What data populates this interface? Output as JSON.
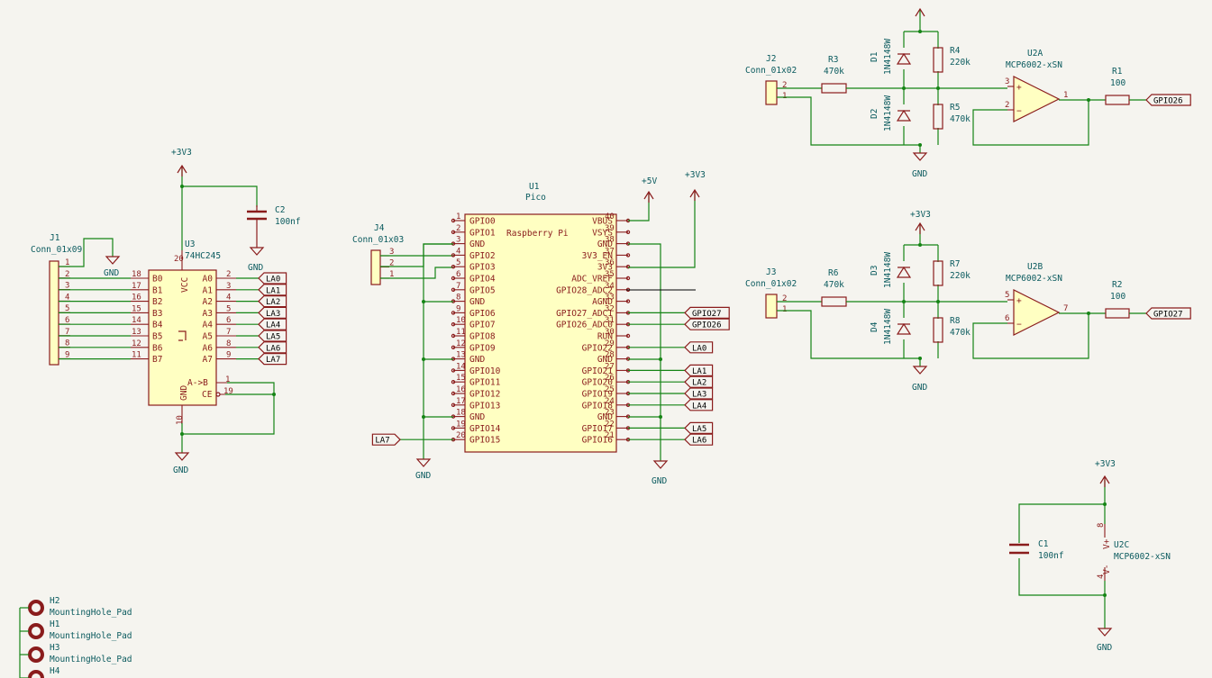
{
  "power": {
    "v33": "+3V3",
    "v5": "+5V",
    "gnd": "GND"
  },
  "j1": {
    "ref": "J1",
    "value": "Conn_01x09",
    "pins": [
      "1",
      "2",
      "3",
      "4",
      "5",
      "6",
      "7",
      "8",
      "9"
    ]
  },
  "u3": {
    "ref": "U3",
    "value": "74HC245",
    "b_pins": [
      {
        "name": "B0",
        "num": "18"
      },
      {
        "name": "B1",
        "num": "17"
      },
      {
        "name": "B2",
        "num": "16"
      },
      {
        "name": "B3",
        "num": "15"
      },
      {
        "name": "B4",
        "num": "14"
      },
      {
        "name": "B5",
        "num": "13"
      },
      {
        "name": "B6",
        "num": "12"
      },
      {
        "name": "B7",
        "num": "11"
      }
    ],
    "a_pins": [
      {
        "name": "A0",
        "num": "2"
      },
      {
        "name": "A1",
        "num": "3"
      },
      {
        "name": "A2",
        "num": "4"
      },
      {
        "name": "A3",
        "num": "5"
      },
      {
        "name": "A4",
        "num": "6"
      },
      {
        "name": "A5",
        "num": "7"
      },
      {
        "name": "A6",
        "num": "8"
      },
      {
        "name": "A7",
        "num": "9"
      }
    ],
    "vcc": "VCC",
    "vcc_num": "20",
    "gnd_name": "GND",
    "gnd_num": "10",
    "dir": "A->B",
    "dir_num": "1",
    "ce": "CE",
    "ce_num": "19"
  },
  "la_labels": [
    "LA0",
    "LA1",
    "LA2",
    "LA3",
    "LA4",
    "LA5",
    "LA6",
    "LA7"
  ],
  "c2": {
    "ref": "C2",
    "value": "100nf"
  },
  "c1": {
    "ref": "C1",
    "value": "100nf"
  },
  "j4": {
    "ref": "J4",
    "value": "Conn_01x03",
    "pins": [
      "3",
      "2",
      "1"
    ]
  },
  "u1": {
    "ref": "U1",
    "value": "Pico",
    "title": "Raspberry Pi",
    "left": [
      {
        "n": "1",
        "name": "GPIO0"
      },
      {
        "n": "2",
        "name": "GPIO1"
      },
      {
        "n": "3",
        "name": "GND"
      },
      {
        "n": "4",
        "name": "GPIO2"
      },
      {
        "n": "5",
        "name": "GPIO3"
      },
      {
        "n": "6",
        "name": "GPIO4"
      },
      {
        "n": "7",
        "name": "GPIO5"
      },
      {
        "n": "8",
        "name": "GND"
      },
      {
        "n": "9",
        "name": "GPIO6"
      },
      {
        "n": "10",
        "name": "GPIO7"
      },
      {
        "n": "11",
        "name": "GPIO8"
      },
      {
        "n": "12",
        "name": "GPIO9"
      },
      {
        "n": "13",
        "name": "GND"
      },
      {
        "n": "14",
        "name": "GPIO10"
      },
      {
        "n": "15",
        "name": "GPIO11"
      },
      {
        "n": "16",
        "name": "GPIO12"
      },
      {
        "n": "17",
        "name": "GPIO13"
      },
      {
        "n": "18",
        "name": "GND"
      },
      {
        "n": "19",
        "name": "GPIO14"
      },
      {
        "n": "20",
        "name": "GPIO15"
      }
    ],
    "right": [
      {
        "n": "40",
        "name": "VBUS"
      },
      {
        "n": "39",
        "name": "VSYS"
      },
      {
        "n": "38",
        "name": "GND"
      },
      {
        "n": "37",
        "name": "3V3_EN"
      },
      {
        "n": "36",
        "name": "3V3"
      },
      {
        "n": "35",
        "name": "ADC_VREF"
      },
      {
        "n": "34",
        "name": "GPIO28_ADC2"
      },
      {
        "n": "33",
        "name": "AGND"
      },
      {
        "n": "32",
        "name": "GPIO27_ADC1"
      },
      {
        "n": "31",
        "name": "GPIO26_ADC0"
      },
      {
        "n": "30",
        "name": "RUN"
      },
      {
        "n": "29",
        "name": "GPIO22"
      },
      {
        "n": "28",
        "name": "GND"
      },
      {
        "n": "27",
        "name": "GPIO21"
      },
      {
        "n": "26",
        "name": "GPIO20"
      },
      {
        "n": "25",
        "name": "GPIO19"
      },
      {
        "n": "24",
        "name": "GPIO18"
      },
      {
        "n": "23",
        "name": "GND"
      },
      {
        "n": "22",
        "name": "GPIO17"
      },
      {
        "n": "21",
        "name": "GPIO16"
      }
    ],
    "right_labels": {
      "32": "GPIO27",
      "31": "GPIO26",
      "29": "LA0",
      "27": "LA1",
      "26": "LA2",
      "25": "LA3",
      "24": "LA4",
      "22": "LA5",
      "21": "LA6"
    },
    "left_labels": {
      "20": "LA7"
    }
  },
  "ch_a": {
    "jref": "J2",
    "jval": "Conn_01x02",
    "rin": "R3",
    "rin_val": "470k",
    "d_top": "D1",
    "d_bot": "D2",
    "d_val": "1N4148W",
    "r_top": "R4",
    "r_top_val": "220k",
    "r_bot": "R5",
    "r_bot_val": "470k",
    "opamp": "U2A",
    "opamp_val": "MCP6002-xSN",
    "pin_plus": "3",
    "pin_minus": "2",
    "pin_out": "1",
    "rout": "R1",
    "rout_val": "100",
    "label": "GPIO26",
    "jpins": [
      "2",
      "1"
    ]
  },
  "ch_b": {
    "jref": "J3",
    "jval": "Conn_01x02",
    "rin": "R6",
    "rin_val": "470k",
    "d_top": "D3",
    "d_bot": "D4",
    "d_val": "1N4148W",
    "r_top": "R7",
    "r_top_val": "220k",
    "r_bot": "R8",
    "r_bot_val": "470k",
    "opamp": "U2B",
    "opamp_val": "MCP6002-xSN",
    "pin_plus": "5",
    "pin_minus": "6",
    "pin_out": "7",
    "rout": "R2",
    "rout_val": "100",
    "label": "GPIO27",
    "jpins": [
      "2",
      "1"
    ]
  },
  "u2c": {
    "ref": "U2C",
    "value": "MCP6002-xSN",
    "vp": "V+",
    "vm": "V-",
    "vp_num": "8",
    "vm_num": "4"
  },
  "holes": [
    {
      "ref": "H2",
      "value": "MountingHole_Pad"
    },
    {
      "ref": "H1",
      "value": "MountingHole_Pad"
    },
    {
      "ref": "H3",
      "value": "MountingHole_Pad"
    },
    {
      "ref": "H4",
      "value": ""
    }
  ]
}
